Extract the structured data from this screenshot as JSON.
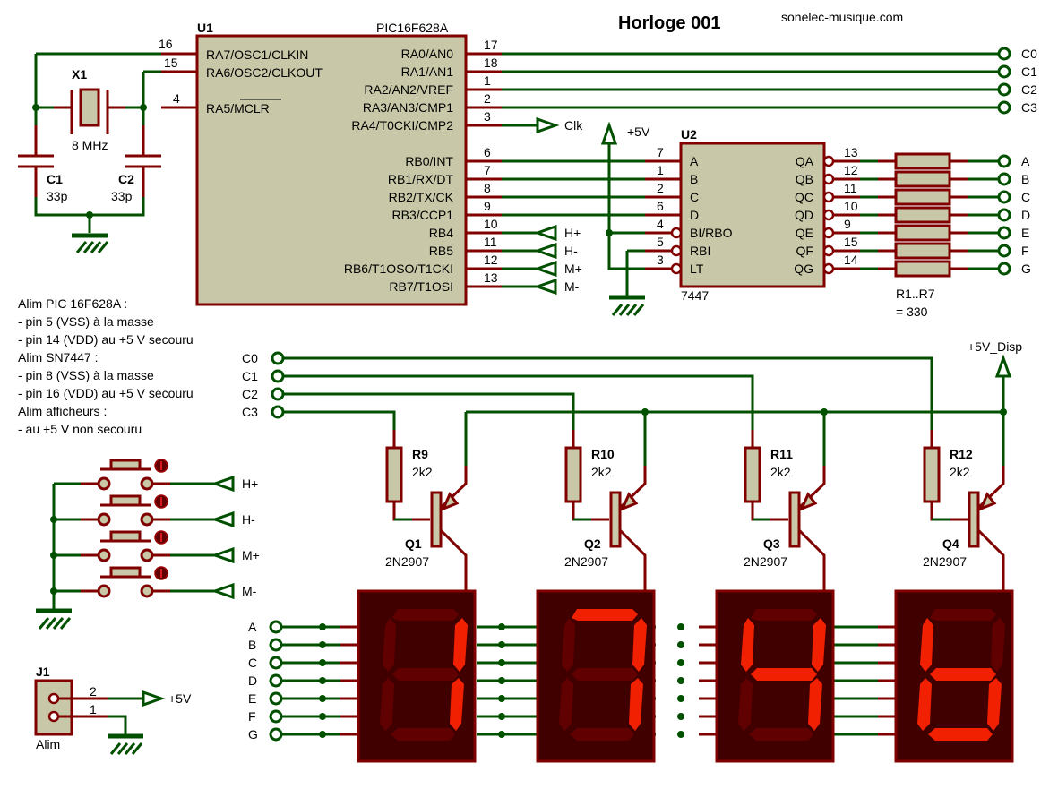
{
  "title": "Horloge 001",
  "website": "sonelec-musique.com",
  "colors": {
    "wire": "#005000",
    "pin": "#800000",
    "component_body": "#c8c8a8",
    "segment_on": "#f02000",
    "segment_off": "#600000",
    "display_body": "#400000"
  },
  "u1": {
    "ref": "U1",
    "part": "PIC16F628A",
    "left_pins": [
      {
        "num": "16",
        "name": "RA7/OSC1/CLKIN"
      },
      {
        "num": "15",
        "name": "RA6/OSC2/CLKOUT"
      },
      {
        "num": "4",
        "name": "RA5/MCLR"
      }
    ],
    "right_pins": [
      {
        "num": "17",
        "name": "RA0/AN0"
      },
      {
        "num": "18",
        "name": "RA1/AN1"
      },
      {
        "num": "1",
        "name": "RA2/AN2/VREF"
      },
      {
        "num": "2",
        "name": "RA3/AN3/CMP1"
      },
      {
        "num": "3",
        "name": "RA4/T0CKI/CMP2"
      },
      {
        "num": "6",
        "name": "RB0/INT"
      },
      {
        "num": "7",
        "name": "RB1/RX/DT"
      },
      {
        "num": "8",
        "name": "RB2/TX/CK"
      },
      {
        "num": "9",
        "name": "RB3/CCP1"
      },
      {
        "num": "10",
        "name": "RB4"
      },
      {
        "num": "11",
        "name": "RB5"
      },
      {
        "num": "12",
        "name": "RB6/T1OSO/T1CKI"
      },
      {
        "num": "13",
        "name": "RB7/T1OSI"
      }
    ]
  },
  "crystal": {
    "ref": "X1",
    "value": "8 MHz"
  },
  "c1": {
    "ref": "C1",
    "value": "33p"
  },
  "c2": {
    "ref": "C2",
    "value": "33p"
  },
  "clk_label": "Clk",
  "vcc_label": "+5V",
  "vdisp_label": "+5V_Disp",
  "column_nets": [
    "C0",
    "C1",
    "C2",
    "C3"
  ],
  "button_nets": [
    "H+",
    "H-",
    "M+",
    "M-"
  ],
  "segment_nets": [
    "A",
    "B",
    "C",
    "D",
    "E",
    "F",
    "G"
  ],
  "u2": {
    "ref": "U2",
    "part": "7447",
    "left_pins": [
      {
        "num": "7",
        "name": "A"
      },
      {
        "num": "1",
        "name": "B"
      },
      {
        "num": "2",
        "name": "C"
      },
      {
        "num": "6",
        "name": "D"
      },
      {
        "num": "4",
        "name": "BI/RBO"
      },
      {
        "num": "5",
        "name": "RBI"
      },
      {
        "num": "3",
        "name": "LT"
      }
    ],
    "right_pins": [
      {
        "num": "13",
        "name": "QA"
      },
      {
        "num": "12",
        "name": "QB"
      },
      {
        "num": "11",
        "name": "QC"
      },
      {
        "num": "10",
        "name": "QD"
      },
      {
        "num": "9",
        "name": "QE"
      },
      {
        "num": "15",
        "name": "QF"
      },
      {
        "num": "14",
        "name": "QG"
      }
    ]
  },
  "resistor_array": {
    "ref": "R1..R7",
    "value": "= 330"
  },
  "notes": [
    "Alim PIC 16F628A :",
    "- pin 5 (VSS) à la masse",
    "- pin 14 (VDD) au +5 V secouru",
    "Alim SN7447 :",
    "- pin 8 (VSS) à la masse",
    "- pin 16 (VDD) au +5 V secouru",
    "Alim afficheurs :",
    "- au +5 V non secouru"
  ],
  "drivers": [
    {
      "r_ref": "R9",
      "r_value": "2k2",
      "q_ref": "Q1",
      "q_part": "2N2907"
    },
    {
      "r_ref": "R10",
      "r_value": "2k2",
      "q_ref": "Q2",
      "q_part": "2N2907"
    },
    {
      "r_ref": "R11",
      "r_value": "2k2",
      "q_ref": "Q3",
      "q_part": "2N2907"
    },
    {
      "r_ref": "R12",
      "r_value": "2k2",
      "q_ref": "Q4",
      "q_part": "2N2907"
    }
  ],
  "displays": [
    {
      "digit": "1",
      "segments": {
        "a": false,
        "b": true,
        "c": true,
        "d": false,
        "e": false,
        "f": false,
        "g": false
      }
    },
    {
      "digit": "7",
      "segments": {
        "a": true,
        "b": true,
        "c": true,
        "d": false,
        "e": false,
        "f": false,
        "g": false
      }
    },
    {
      "digit": "4",
      "segments": {
        "a": false,
        "b": true,
        "c": true,
        "d": false,
        "e": false,
        "f": true,
        "g": true
      }
    },
    {
      "digit": "6",
      "segments": {
        "a": false,
        "b": false,
        "c": true,
        "d": true,
        "e": true,
        "f": true,
        "g": true
      }
    }
  ],
  "j1": {
    "ref": "J1",
    "label": "Alim",
    "pins": [
      "2",
      "1"
    ],
    "net": "+5V"
  }
}
